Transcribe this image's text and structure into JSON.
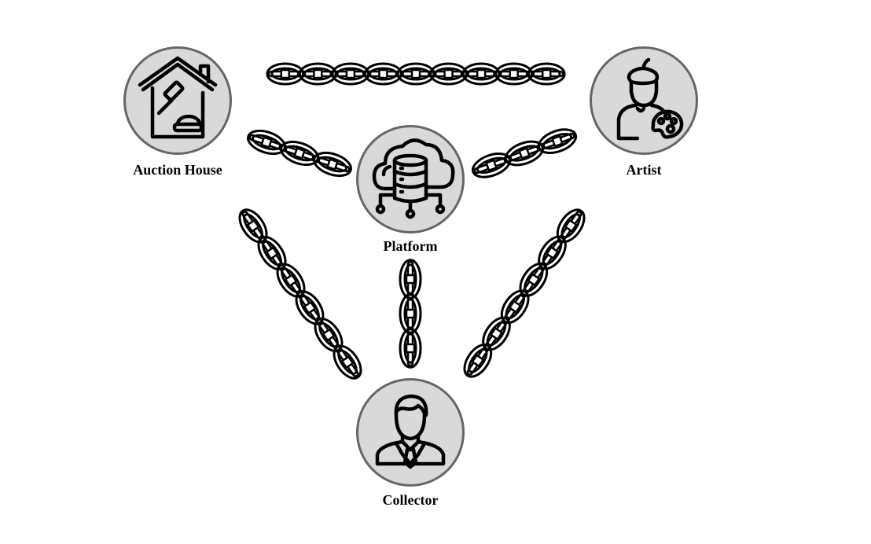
{
  "diagram": {
    "title": "",
    "nodes": [
      {
        "id": "auction-house",
        "label": "Auction House",
        "icon": "auction-house-gavel-icon"
      },
      {
        "id": "artist",
        "label": "Artist",
        "icon": "artist-palette-icon"
      },
      {
        "id": "platform",
        "label": "Platform",
        "icon": "cloud-database-icon"
      },
      {
        "id": "collector",
        "label": "Collector",
        "icon": "businessman-icon"
      }
    ],
    "edges": [
      {
        "from": "auction-house",
        "to": "artist",
        "style": "chain"
      },
      {
        "from": "auction-house",
        "to": "platform",
        "style": "chain"
      },
      {
        "from": "artist",
        "to": "platform",
        "style": "chain"
      },
      {
        "from": "auction-house",
        "to": "collector",
        "style": "chain"
      },
      {
        "from": "platform",
        "to": "collector",
        "style": "chain"
      },
      {
        "from": "artist",
        "to": "collector",
        "style": "chain"
      }
    ],
    "colors": {
      "node_fill": "#d9d9d9",
      "node_border": "#666666",
      "icon_stroke": "#000000",
      "chain_stroke": "#000000",
      "label_text": "#000000"
    }
  }
}
